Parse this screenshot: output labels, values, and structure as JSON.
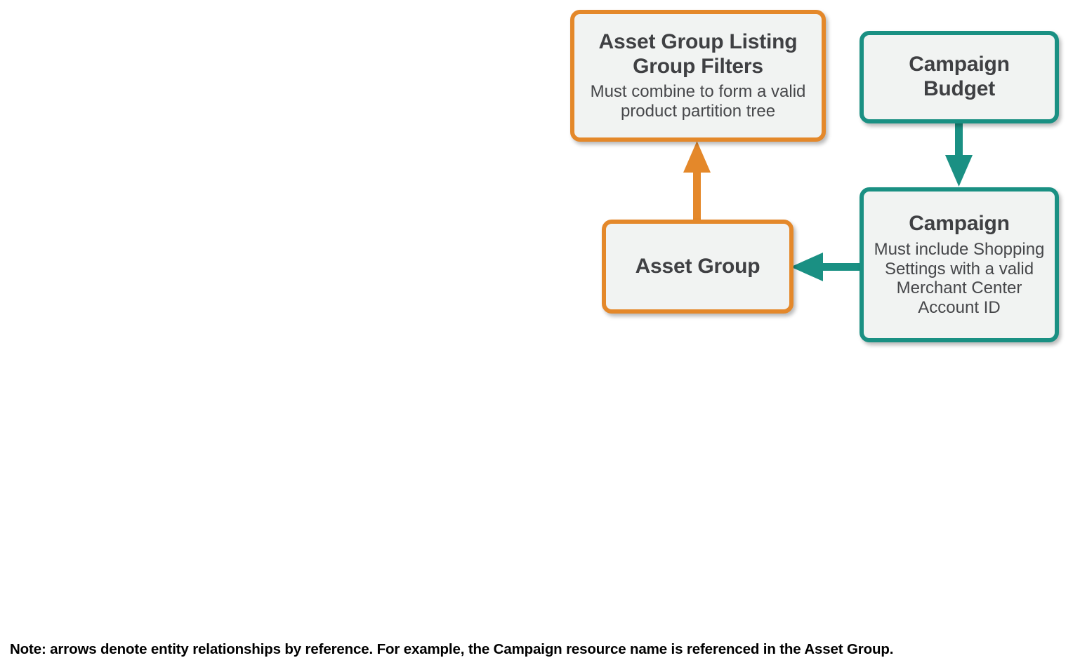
{
  "diagram": {
    "type": "entity-relationship",
    "background": "#ffffff",
    "palette": {
      "orange": "#e4882a",
      "teal": "#1a9083",
      "node_fill": "#f1f3f2",
      "text": "#3f4043",
      "note_text": "#000000"
    },
    "nodes": [
      {
        "id": "asset-group-listing-group-filters",
        "title": "Asset Group Listing Group Filters",
        "subtitle": "Must combine to form a valid product partition tree",
        "color": "orange"
      },
      {
        "id": "campaign-budget",
        "title": "Campaign Budget",
        "subtitle": "",
        "color": "teal"
      },
      {
        "id": "asset-group",
        "title": "Asset Group",
        "subtitle": "",
        "color": "orange"
      },
      {
        "id": "campaign",
        "title": "Campaign",
        "subtitle": "Must include Shopping Settings with a valid Merchant Center Account ID",
        "color": "teal"
      }
    ],
    "edges": [
      {
        "id": "edge-asset-group-to-listing-group-filters",
        "from": "asset-group",
        "to": "asset-group-listing-group-filters",
        "direction": "up",
        "color": "orange"
      },
      {
        "id": "edge-campaign-budget-to-campaign",
        "from": "campaign-budget",
        "to": "campaign",
        "direction": "down",
        "color": "teal"
      },
      {
        "id": "edge-campaign-to-asset-group",
        "from": "campaign",
        "to": "asset-group",
        "direction": "left",
        "color": "teal"
      }
    ],
    "note": "Note: arrows denote entity relationships by reference. For example, the Campaign resource name is referenced in the Asset Group."
  }
}
